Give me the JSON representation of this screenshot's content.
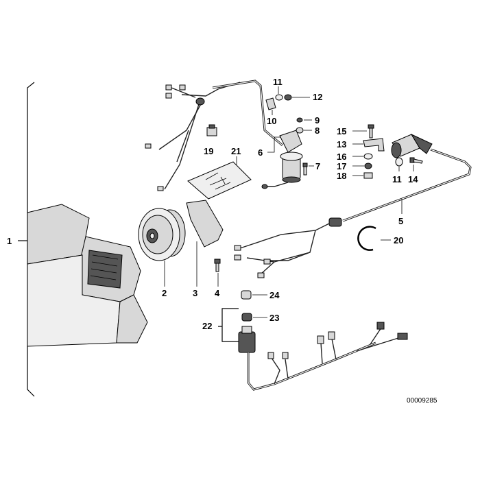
{
  "labels": {
    "p1": "1",
    "p2": "2",
    "p3": "3",
    "p4": "4",
    "p5": "5",
    "p6": "6",
    "p7": "7",
    "p8": "8",
    "p9": "9",
    "p10": "10",
    "p11a": "11",
    "p11b": "11",
    "p12": "12",
    "p13": "13",
    "p14": "14",
    "p15": "15",
    "p16": "16",
    "p17": "17",
    "p18": "18",
    "p19": "19",
    "p20": "20",
    "p21": "21",
    "p22": "22",
    "p23": "23",
    "p24": "24"
  },
  "drawing_code": "00009285"
}
